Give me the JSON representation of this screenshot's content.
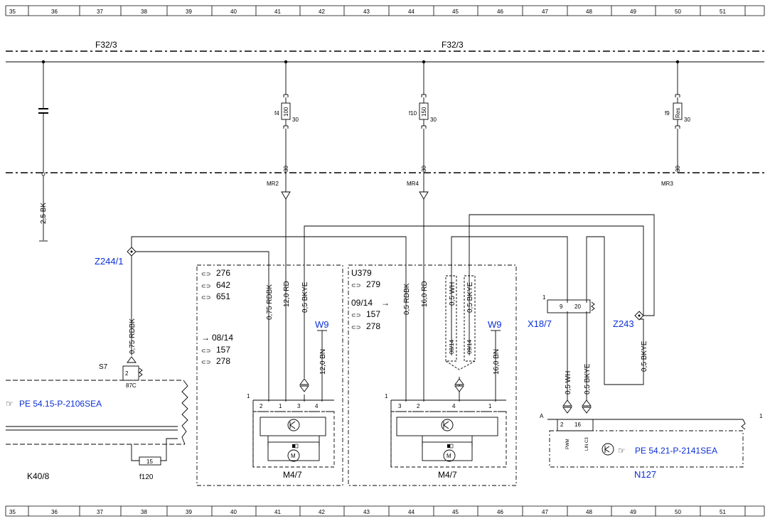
{
  "ruler": [
    "35",
    "36",
    "37",
    "38",
    "39",
    "40",
    "41",
    "42",
    "43",
    "44",
    "45",
    "46",
    "47",
    "48",
    "49",
    "50",
    "51"
  ],
  "bus": {
    "left": "F32/3",
    "right": "F32/3"
  },
  "fuses": [
    {
      "name": "f4",
      "rating": "100",
      "pin": "30"
    },
    {
      "name": "f10",
      "rating": "150",
      "pin": "30"
    },
    {
      "name": "f9",
      "rating": "Res",
      "pin": "30"
    }
  ],
  "pin30": "30",
  "mr": [
    "MR2",
    "MR4",
    "MR3"
  ],
  "cap_wire": "2,5 BK",
  "z244": "Z244/1",
  "z243": "Z243",
  "x18": {
    "name": "X18/7",
    "pins": [
      "9",
      "20"
    ],
    "num": "1"
  },
  "u379": "U379",
  "refs_left": [
    "276",
    "642",
    "651",
    "08/14",
    "157",
    "278"
  ],
  "refs_mid": [
    "279",
    "09/14",
    "157",
    "278"
  ],
  "w9": "W9",
  "s7": "S7",
  "s7_pin2": "2",
  "s7_pin": "87C",
  "k40": "K40/8",
  "pe_left": "PE 54.15-P-2106SEA",
  "pe_right": "PE 54.21-P-2141SEA",
  "f120": {
    "name": "f120",
    "pin": "15"
  },
  "m47": "M4/7",
  "n127": "N127",
  "wires": {
    "rdbk075": "0,75 RDBK",
    "rd12": "12,0 RD",
    "bkye05": "0,5 BKYE",
    "bn12": "12,0 BN",
    "rdbk05": "0,5 RDBK",
    "rd16": "16,0 RD",
    "wh05": "0,5 WH",
    "bn16": "16,0 BN"
  },
  "m1_pins": [
    "2",
    "1",
    "3",
    "4"
  ],
  "m2_pins": [
    "3",
    "2",
    "4",
    "1"
  ],
  "conn_num": "1",
  "date_0814": "08/14",
  "date_0914": "09/14",
  "n127_pins": [
    "2",
    "16"
  ],
  "n127_signals": [
    "PWM",
    "LIN C3"
  ],
  "n127_a": "A",
  "n127_1": "1"
}
